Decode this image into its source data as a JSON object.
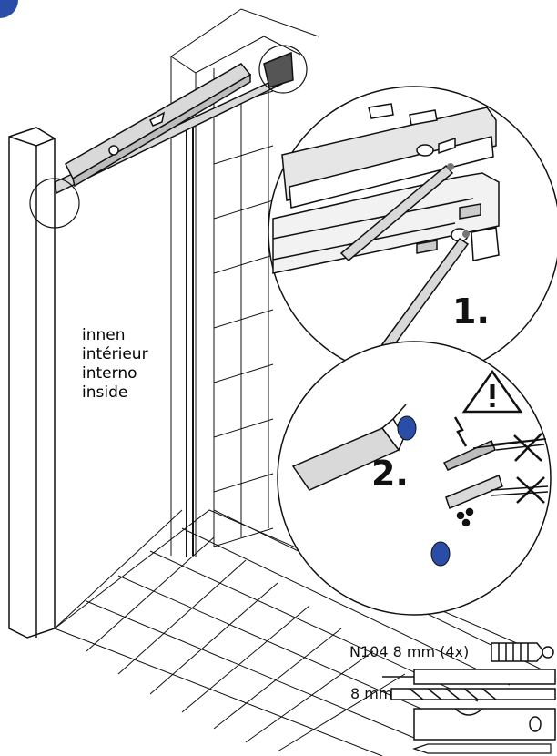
{
  "labels": {
    "inside_de": "innen",
    "inside_fr": "intérieur",
    "inside_it": "interno",
    "inside_en": "inside"
  },
  "steps": {
    "step1": "1.",
    "step2": "2."
  },
  "tools": {
    "dowel_label": "N104 8 mm (4x)",
    "drill_label": "8 mm"
  },
  "icons": {
    "warning": "warning-triangle-icon",
    "no_drill_electric": "no-drill-cable-icon",
    "no_drill_water": "no-drill-pipe-icon"
  },
  "colors": {
    "line": "#111111",
    "fill_grey": "#d9d9d9",
    "fill_dark": "#8a8a8a",
    "accent_blue": "#2a4ea8"
  }
}
